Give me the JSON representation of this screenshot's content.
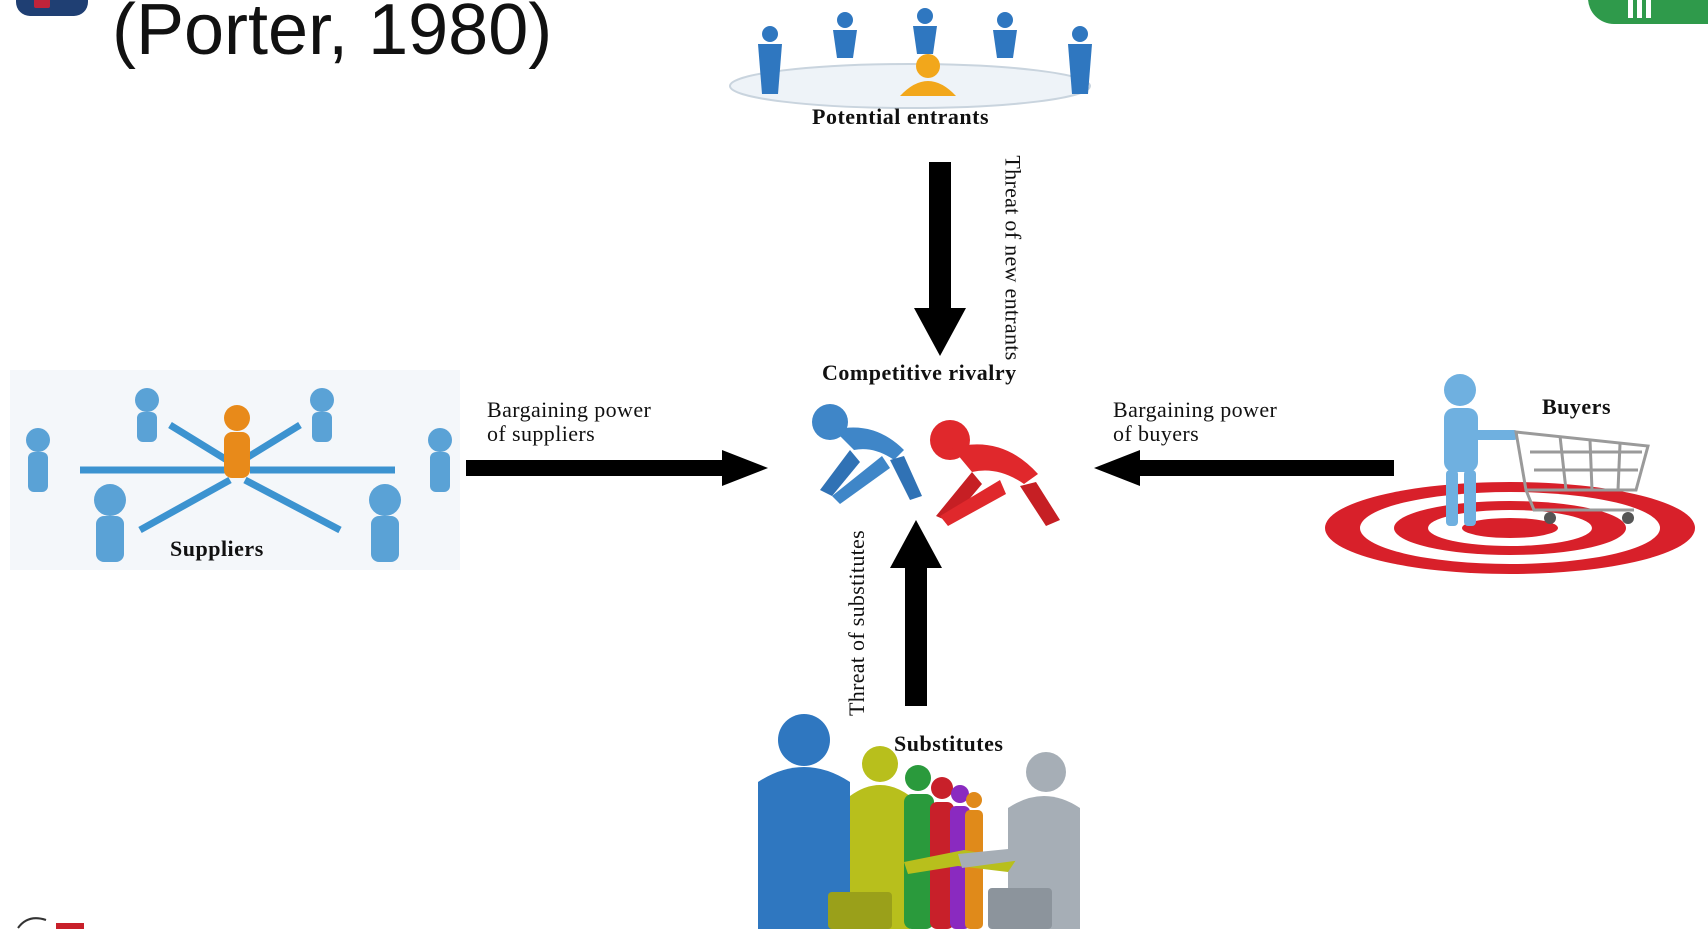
{
  "slide": {
    "title": "(Porter, 1980)"
  },
  "diagram": {
    "nodes": {
      "potential_entrants": "Potential entrants",
      "competitive_rivalry": "Competitive rivalry",
      "suppliers": "Suppliers",
      "buyers": "Buyers",
      "substitutes": "Substitutes"
    },
    "edges": {
      "new_entrants": "Threat of new entrants",
      "supplier_power": "Bargaining power of suppliers",
      "supplier_power_line1": "Bargaining power",
      "supplier_power_line2": "of suppliers",
      "buyer_power": "Bargaining power of buyers",
      "buyer_power_line1": "Bargaining power",
      "buyer_power_line2": "of buyers",
      "substitutes_threat": "Threat of substitutes"
    }
  },
  "colors": {
    "figure_blue": "#3f86c8",
    "figure_orange": "#f0a020",
    "rival_red": "#e0282c",
    "target_red": "#d8202a",
    "arrow": "#000000"
  },
  "icons": [
    "people-network-icon",
    "rivalry-runners-icon",
    "shopping-cart-icon",
    "target-icon",
    "handshake-icon"
  ]
}
